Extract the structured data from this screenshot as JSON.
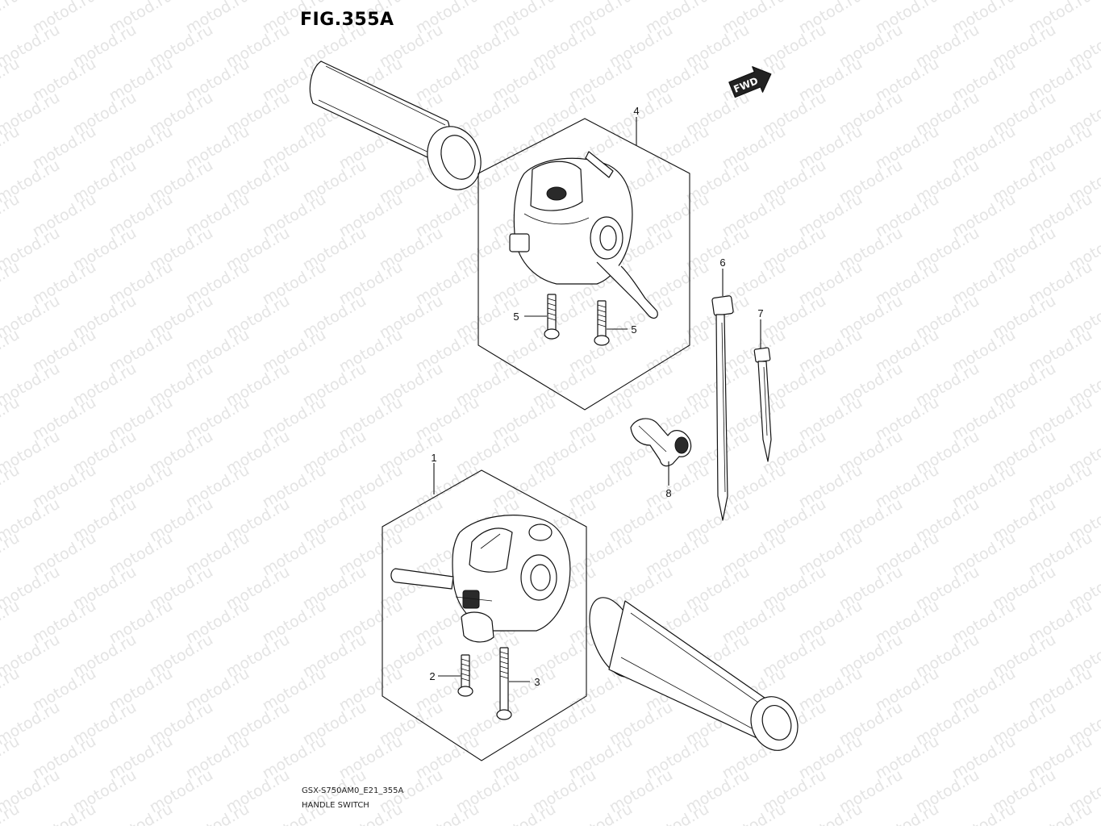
{
  "figure": {
    "title": "FIG.355A",
    "code": "GSX-S750AM0_E21_355A",
    "name": "HANDLE SWITCH",
    "fwd_label": "FWD"
  },
  "watermark": {
    "text": "motod.ru"
  },
  "callouts": [
    {
      "id": "1",
      "label": "1"
    },
    {
      "id": "2",
      "label": "2"
    },
    {
      "id": "3",
      "label": "3"
    },
    {
      "id": "4",
      "label": "4"
    },
    {
      "id": "5a",
      "label": "5"
    },
    {
      "id": "5b",
      "label": "5"
    },
    {
      "id": "6",
      "label": "6"
    },
    {
      "id": "7",
      "label": "7"
    },
    {
      "id": "8",
      "label": "8"
    }
  ]
}
